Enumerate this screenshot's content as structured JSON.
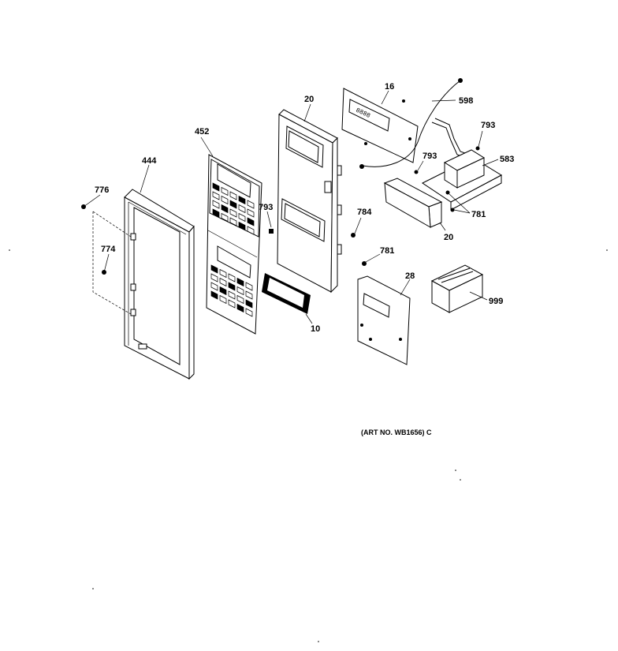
{
  "labels": {
    "p776": "776",
    "p774": "774",
    "p444": "444",
    "p452": "452",
    "p793a": "793",
    "p10": "10",
    "p20a": "20",
    "p16": "16",
    "p598": "598",
    "p793b": "793",
    "p793c": "793",
    "p583": "583",
    "p784": "784",
    "p781a": "781",
    "p781b": "781",
    "p20b": "20",
    "p28": "28",
    "p999": "999"
  },
  "art_number": "(ART NO. WB1656) C"
}
